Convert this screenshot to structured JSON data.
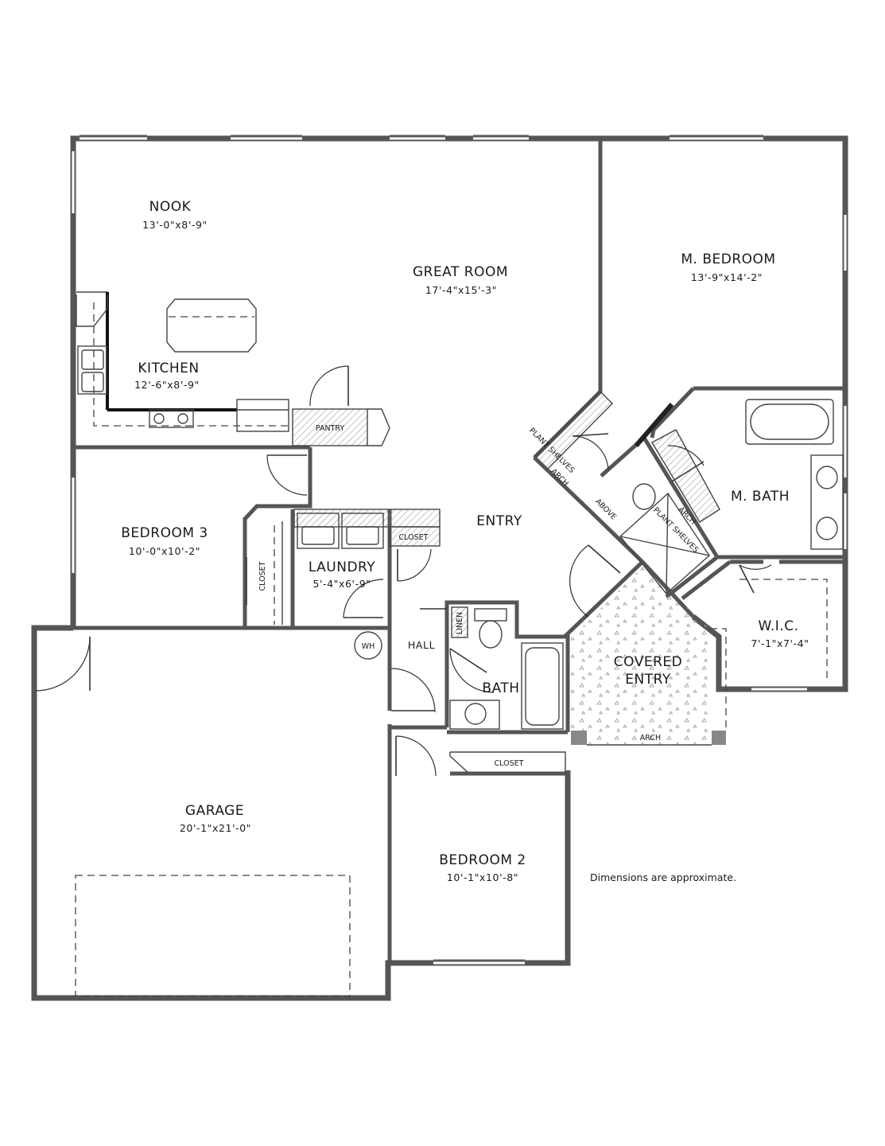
{
  "rooms": {
    "nook": {
      "name": "NOOK",
      "dims": "13'-0\"x8'-9\""
    },
    "great_room": {
      "name": "GREAT ROOM",
      "dims": "17'-4\"x15'-3\""
    },
    "m_bedroom": {
      "name": "M. BEDROOM",
      "dims": "13'-9\"x14'-2\""
    },
    "kitchen": {
      "name": "KITCHEN",
      "dims": "12'-6\"x8'-9\""
    },
    "pantry": {
      "name": "PANTRY"
    },
    "entry": {
      "name": "ENTRY"
    },
    "m_bath": {
      "name": "M. BATH"
    },
    "bedroom_3": {
      "name": "BEDROOM 3",
      "dims": "10'-0\"x10'-2\""
    },
    "laundry": {
      "name": "LAUNDRY",
      "dims": "5'-4\"x6'-9\""
    },
    "closet_laundry": {
      "name": "CLOSET"
    },
    "closet_bed3": {
      "name": "CLOSET"
    },
    "wic": {
      "name": "W.I.C.",
      "dims": "7'-1\"x7'-4\""
    },
    "covered_entry": {
      "line1": "COVERED",
      "line2": "ENTRY"
    },
    "hall": {
      "name": "HALL"
    },
    "linen": {
      "name": "LINEN"
    },
    "bath": {
      "name": "BATH"
    },
    "closet_bed2": {
      "name": "CLOSET"
    },
    "garage": {
      "name": "GARAGE",
      "dims": "20'-1\"x21'-0\""
    },
    "bedroom_2": {
      "name": "BEDROOM 2",
      "dims": "10'-1\"x10'-8\""
    }
  },
  "annotations": {
    "plant_shelves_1": "PLANT SHELVES",
    "arch_1": "ARCH",
    "above": "ABOVE",
    "plant_shelves_2": "PLANT SHELVES",
    "arch_2": "ARCH",
    "arch_3": "ARCH",
    "wh": "WH"
  },
  "note": "Dimensions are approximate."
}
